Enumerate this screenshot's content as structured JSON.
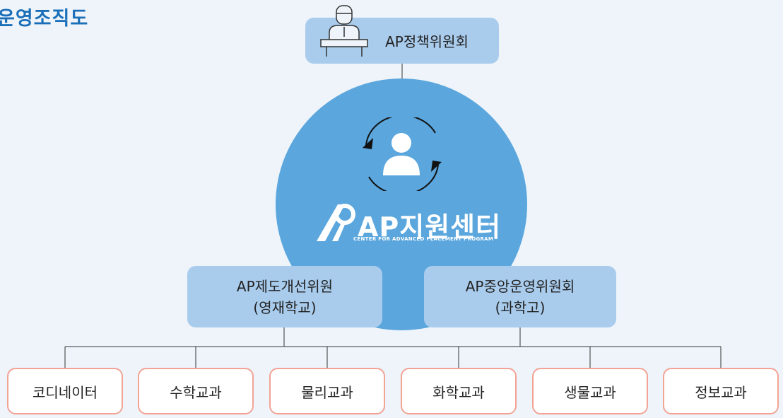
{
  "title": "운영조직도",
  "policy_committee": {
    "label": "AP정책위원회",
    "icon": "committee-person-icon"
  },
  "center": {
    "name": "AP지원센터",
    "subtitle": "CENTER FOR ADVANCED PLACEMENT PROGRAM",
    "icons": [
      "person-icon",
      "cycle-arrows-icon",
      "ap-logo-icon"
    ]
  },
  "sub_committees": [
    {
      "line1": "AP제도개선위원",
      "line2": "(영재학교)"
    },
    {
      "line1": "AP중앙운영위원회",
      "line2": "(과학고)"
    }
  ],
  "departments": [
    "코디네이터",
    "수학교과",
    "물리교과",
    "화학교과",
    "생물교과",
    "정보교과"
  ],
  "colors": {
    "title": "#1b6fb8",
    "box": "#a9cced",
    "circle": "#5aa6dd",
    "dept_border": "#f2a394",
    "background": "#eef4fa"
  }
}
